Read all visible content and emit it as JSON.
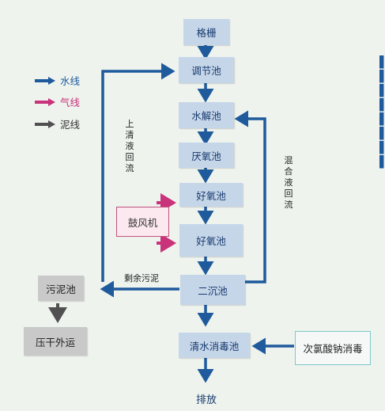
{
  "legend": {
    "water": "水线",
    "air": "气线",
    "sludge": "泥线",
    "colors": {
      "water": "#1e5a9c",
      "air": "#c8337a",
      "sludge": "#505050"
    }
  },
  "nodes": {
    "grille": "格栅",
    "regulation": "调节池",
    "hydrolysis": "水解池",
    "anoxic": "厌氧池",
    "aerobic1": "好氧池",
    "aerobic2": "好氧池",
    "blower": "鼓风机",
    "secondary": "二沉池",
    "sludge_tank": "污泥池",
    "press": "压干外运",
    "disinfection": "清水消毒池",
    "hypochlorite": "次氯酸钠消毒"
  },
  "labels": {
    "supernatant": "上清液回流",
    "mixed_liquor": "混合液回流",
    "excess_sludge": "剩余污泥",
    "discharge": "排放"
  }
}
